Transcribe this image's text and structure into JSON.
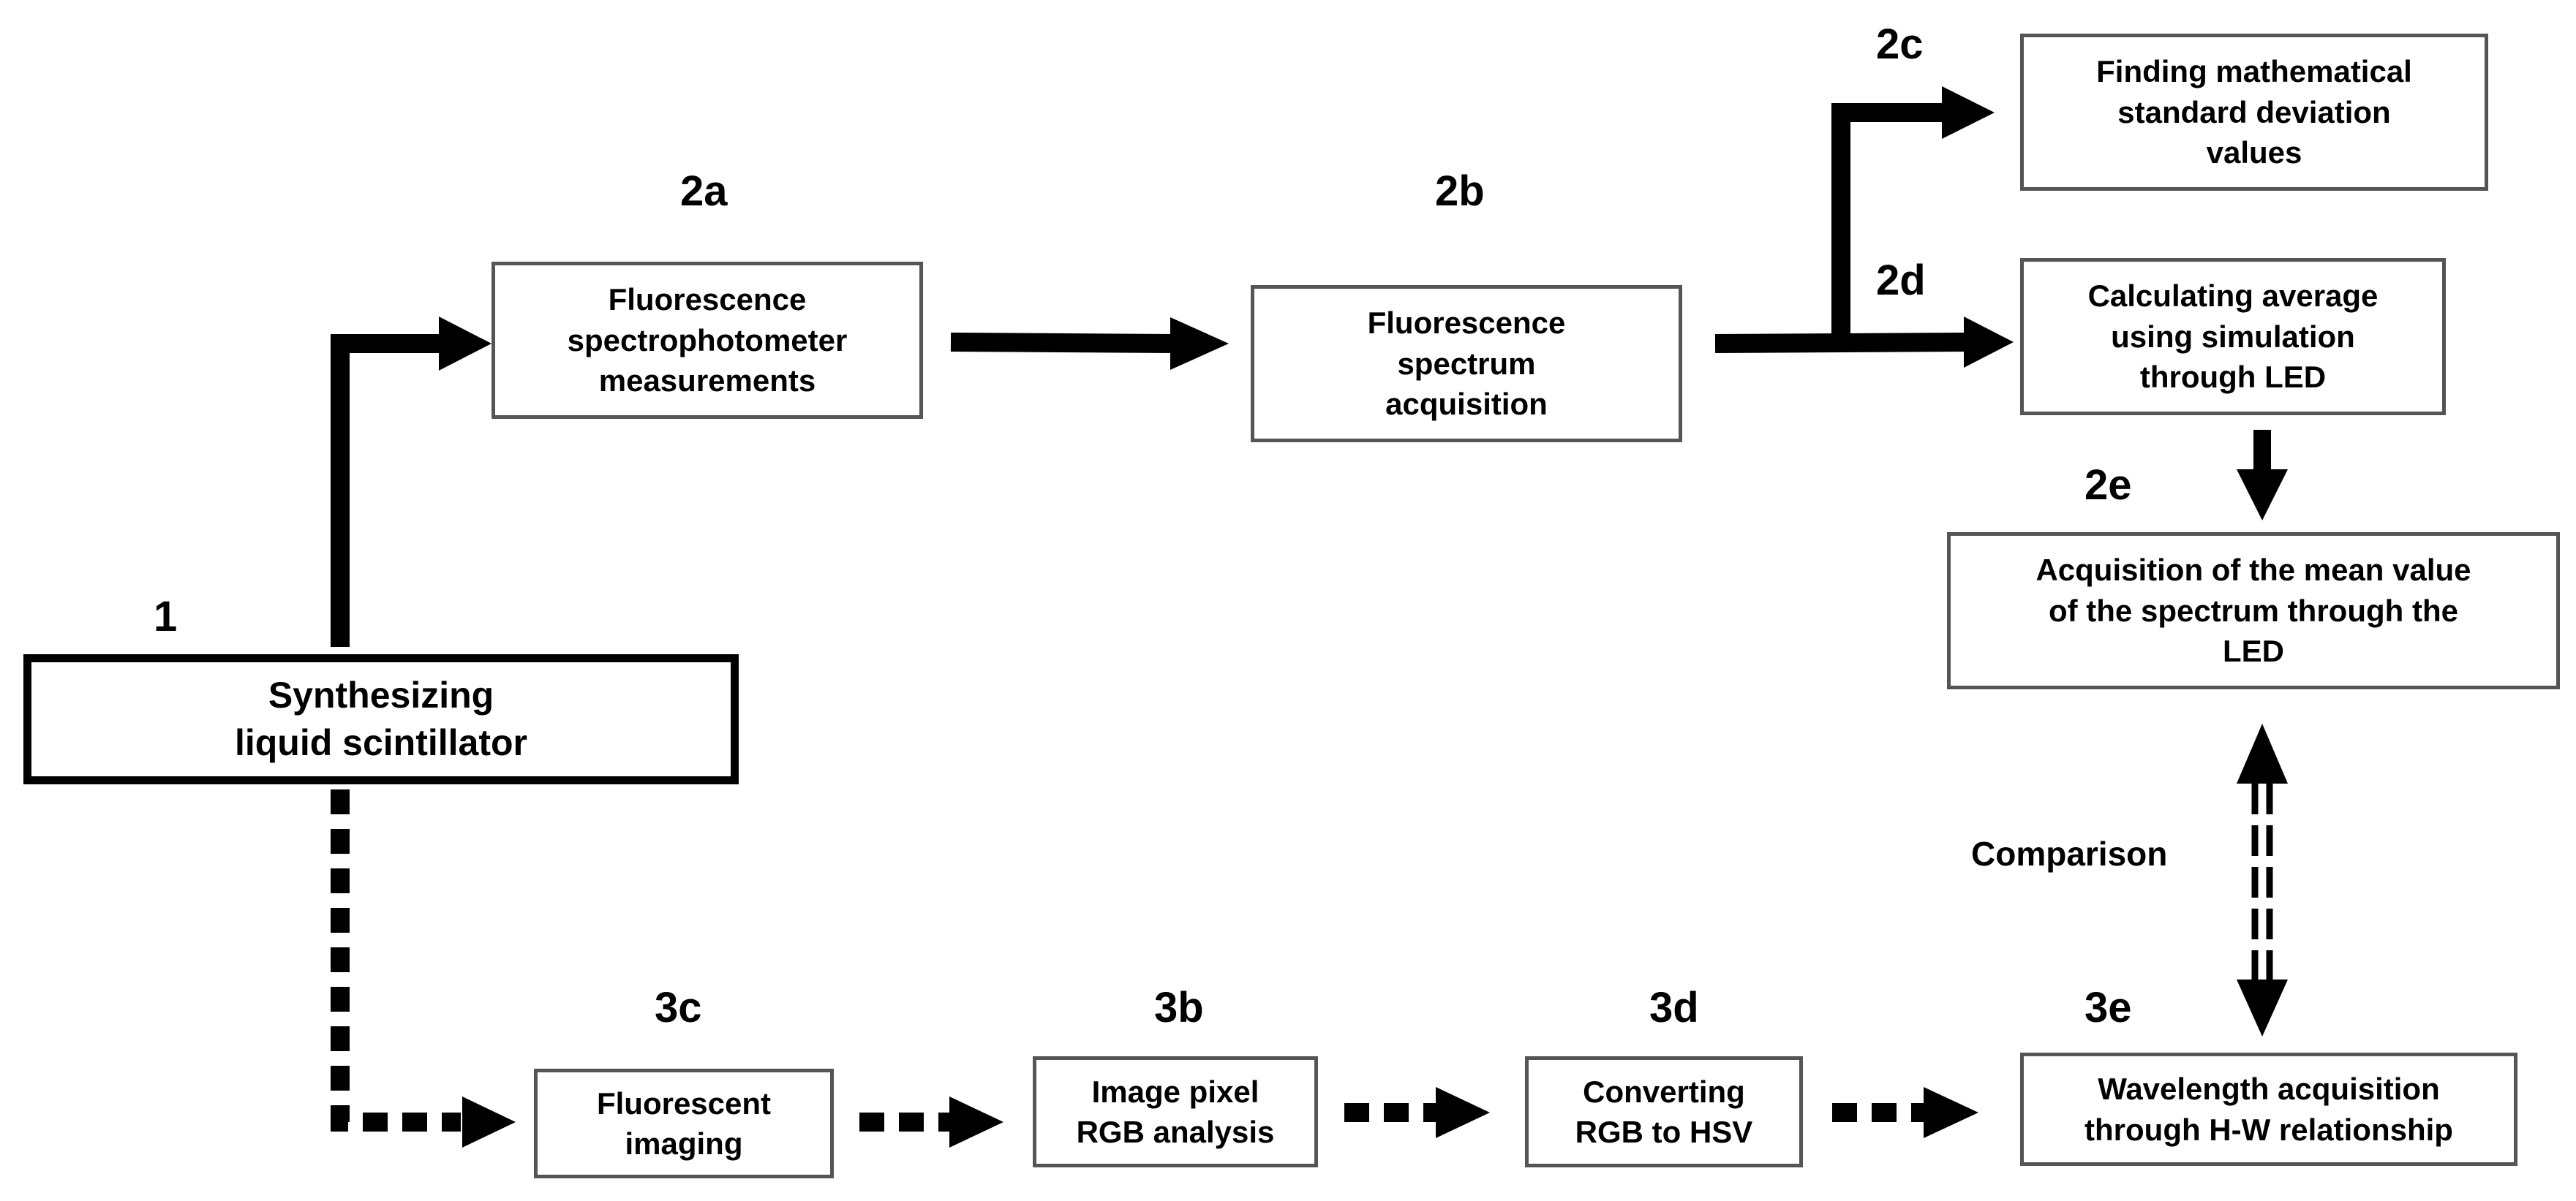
{
  "nodes": [
    {
      "id": "1",
      "label": "1",
      "text": "Synthesizing\nliquid scintillator"
    },
    {
      "id": "2a",
      "label": "2a",
      "text": "Fluorescence\nspectrophotometer\nmeasurements"
    },
    {
      "id": "2b",
      "label": "2b",
      "text": "Fluorescence\nspectrum\nacquisition"
    },
    {
      "id": "2c",
      "label": "2c",
      "text": "Finding mathematical\nstandard deviation\nvalues"
    },
    {
      "id": "2d",
      "label": "2d",
      "text": "Calculating average\nusing simulation\nthrough LED"
    },
    {
      "id": "2e",
      "label": "2e",
      "text": "Acquisition of the mean value\nof the spectrum through the\nLED"
    },
    {
      "id": "3c",
      "label": "3c",
      "text": "Fluorescent\nimaging"
    },
    {
      "id": "3b",
      "label": "3b",
      "text": "Image pixel\nRGB analysis"
    },
    {
      "id": "3d",
      "label": "3d",
      "text": "Converting\nRGB to HSV"
    },
    {
      "id": "3e",
      "label": "3e",
      "text": "Wavelength acquisition\nthrough H-W relationship"
    }
  ],
  "edges": [
    {
      "from": "1",
      "to": "2a",
      "style": "solid"
    },
    {
      "from": "2a",
      "to": "2b",
      "style": "solid"
    },
    {
      "from": "2b",
      "to": "2c",
      "style": "solid"
    },
    {
      "from": "2b",
      "to": "2d",
      "style": "solid"
    },
    {
      "from": "2d",
      "to": "2e",
      "style": "solid"
    },
    {
      "from": "1",
      "to": "3c",
      "style": "dotted"
    },
    {
      "from": "3c",
      "to": "3b",
      "style": "dotted"
    },
    {
      "from": "3b",
      "to": "3d",
      "style": "dotted"
    },
    {
      "from": "3d",
      "to": "3e",
      "style": "dotted"
    },
    {
      "from": "3e",
      "to": "2e",
      "style": "dashed-double",
      "bidirectional": true,
      "label": "Comparison"
    }
  ]
}
